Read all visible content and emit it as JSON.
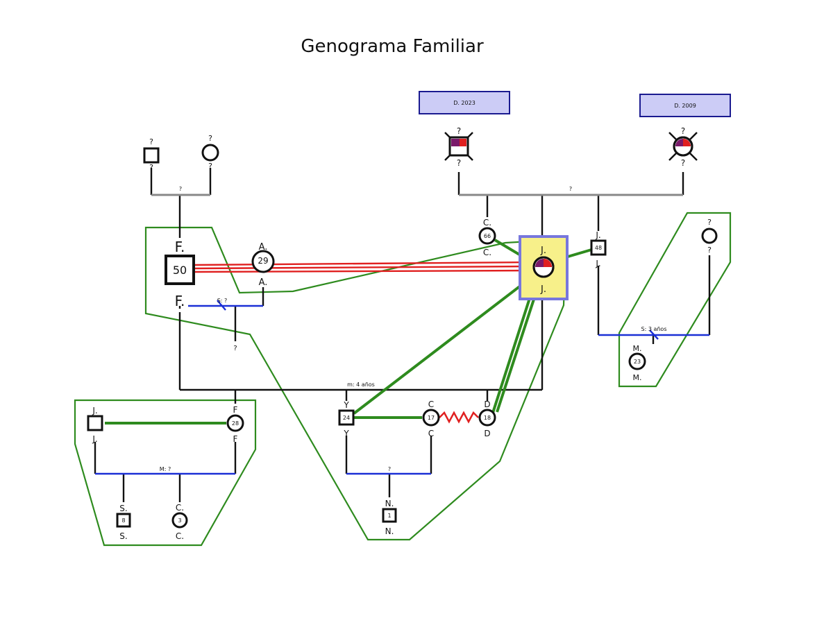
{
  "title": "Genograma Familiar",
  "colors": {
    "green": "#2e8b1e",
    "red": "#e02020",
    "blue": "#1a2fd6",
    "gray": "#888888",
    "box_fill": "#ccccf6",
    "box_stroke": "#1a1a90",
    "index_fill": "#f7f08a",
    "index_stroke": "#7777dd",
    "purple": "#7a1a6a"
  },
  "death_boxes": [
    {
      "id": "d1",
      "text": "D. 2023"
    },
    {
      "id": "d2",
      "text": "D. 2009"
    }
  ],
  "people": [
    {
      "id": "p_gf",
      "shape": "square",
      "top": "?",
      "bottom": "?",
      "age": ""
    },
    {
      "id": "p_gm",
      "shape": "circle",
      "top": "?",
      "bottom": "?",
      "age": ""
    },
    {
      "id": "p_dgf",
      "shape": "square",
      "top": "?",
      "bottom": "?",
      "age": "",
      "deceased": true
    },
    {
      "id": "p_dgm",
      "shape": "circle",
      "top": "?",
      "bottom": "?",
      "age": "",
      "deceased": true
    },
    {
      "id": "p_f",
      "shape": "square",
      "top": "F.",
      "bottom": "F.",
      "age": "50"
    },
    {
      "id": "p_a",
      "shape": "circle",
      "top": "A.",
      "bottom": "A.",
      "age": "29"
    },
    {
      "id": "p_c66",
      "shape": "circle",
      "top": "C.",
      "bottom": "C.",
      "age": "66"
    },
    {
      "id": "p_j",
      "shape": "circle",
      "top": "J.",
      "bottom": "J.",
      "age": "",
      "index": true
    },
    {
      "id": "p_j48",
      "shape": "square",
      "top": "J.",
      "bottom": "J.",
      "age": "48"
    },
    {
      "id": "p_q",
      "shape": "circle",
      "top": "?",
      "bottom": "?",
      "age": ""
    },
    {
      "id": "p_m",
      "shape": "circle",
      "top": "M.",
      "bottom": "M.",
      "age": "23"
    },
    {
      "id": "p_jj",
      "shape": "square",
      "top": "J.",
      "bottom": "J.",
      "age": ""
    },
    {
      "id": "p_ff",
      "shape": "circle",
      "top": "F",
      "bottom": "F",
      "age": "28"
    },
    {
      "id": "p_y",
      "shape": "square",
      "top": "Y",
      "bottom": "Y",
      "age": "24"
    },
    {
      "id": "p_cc",
      "shape": "circle",
      "top": "C",
      "bottom": "C",
      "age": "17"
    },
    {
      "id": "p_d",
      "shape": "circle",
      "top": "D",
      "bottom": "D",
      "age": "18"
    },
    {
      "id": "p_s",
      "shape": "square",
      "top": "S.",
      "bottom": "S.",
      "age": "8"
    },
    {
      "id": "p_c3",
      "shape": "circle",
      "top": "C.",
      "bottom": "C.",
      "age": "3"
    },
    {
      "id": "p_n",
      "shape": "square",
      "top": "N.",
      "bottom": "N.",
      "age": "1"
    }
  ],
  "union_labels": {
    "u1": "?",
    "u2": "?",
    "u3": "S: ?",
    "u4": "m: 4 años",
    "u5": "S: 3 años",
    "u6": "M: ?",
    "u7": "?"
  },
  "unknown_child": "?"
}
